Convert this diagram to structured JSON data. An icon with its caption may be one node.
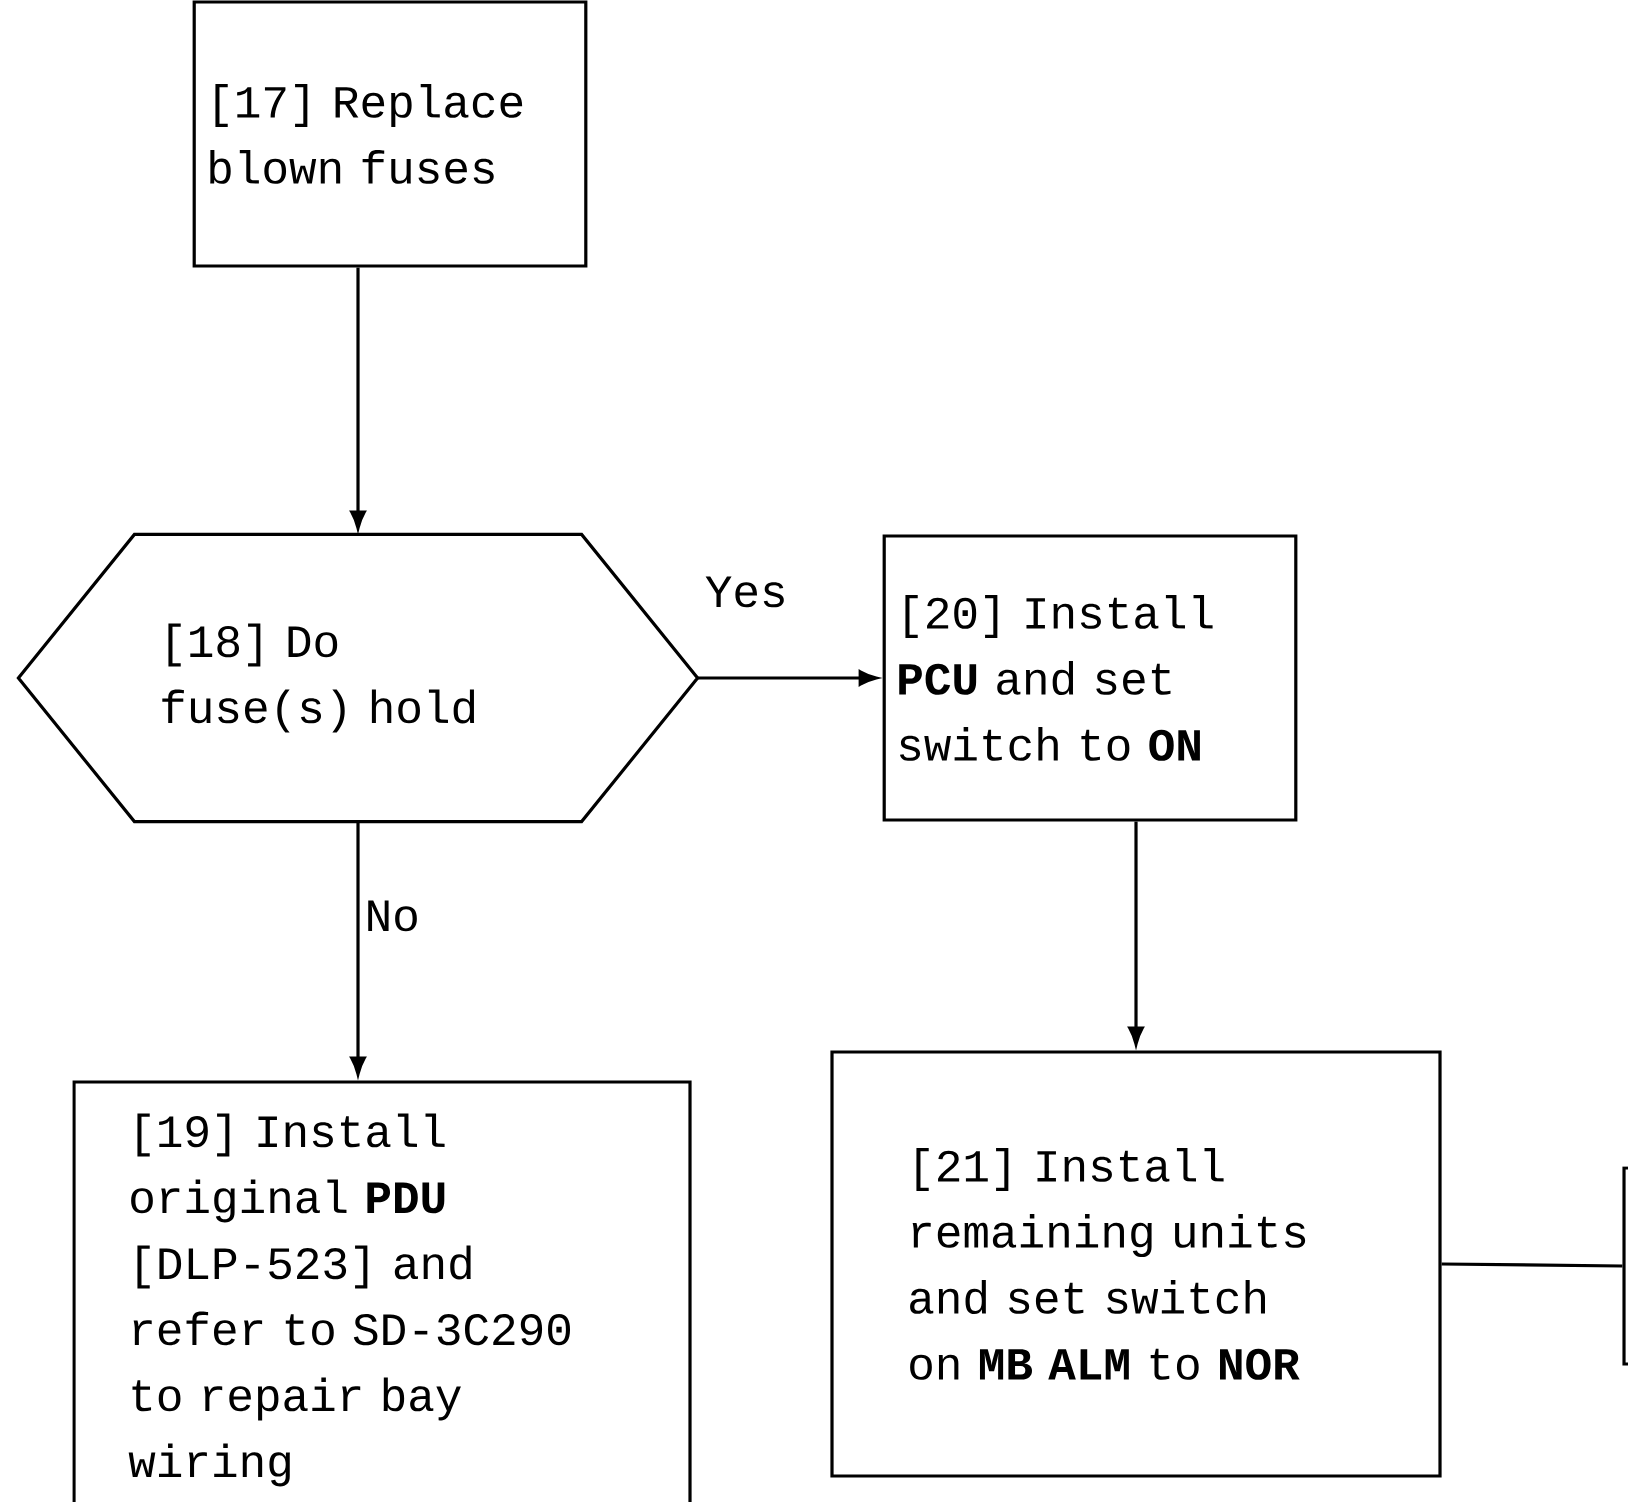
{
  "diagram": {
    "nodes": [
      {
        "text": [
          "[17] Replace blown fuses"
        ]
      },
      {
        "text": [
          "[18] Do fuse(s) hold"
        ]
      },
      {
        "text": [
          "[20] Install **PCU** and set switch to **ON**"
        ]
      },
      {
        "text": [
          "[19] Install original **PDU** [DLP-523] and refer to SD-3C290 to repair bay wiring"
        ]
      },
      {
        "text": [
          "[21] Install remaining units and set switch on **MB ALM** to **NOR**"
        ]
      },
      {
        "text": [],
        "shape": "box"
      }
    ],
    "edges": [
      {
        "from": 0,
        "to": 1,
        "arrow": "to"
      },
      {
        "from": 1,
        "to": 2,
        "arrow": "to",
        "label": "Yes"
      },
      {
        "from": 1,
        "to": 3,
        "arrow": "to",
        "label": "No"
      },
      {
        "from": 2,
        "to": 4,
        "arrow": "to"
      },
      {
        "from": 4,
        "to": 5,
        "arrow": "none"
      }
    ]
  }
}
